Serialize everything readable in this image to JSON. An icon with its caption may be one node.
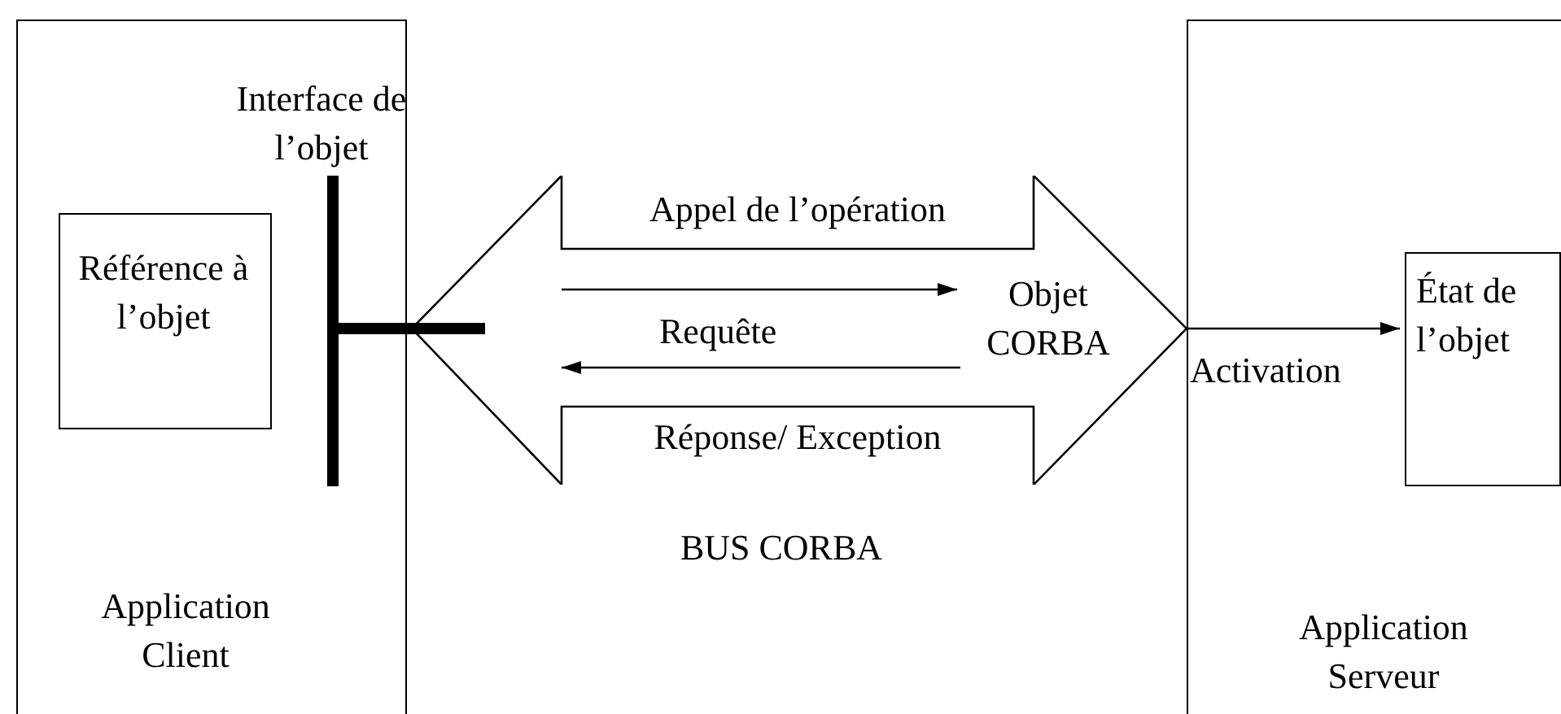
{
  "diagram": {
    "nodes": [
      {
        "text": [
          "Application Client"
        ]
      },
      {
        "text": [
          "Référence à l’objet"
        ],
        "in": 0
      },
      {
        "text": [],
        "shape": "bar",
        "in": 0,
        "beside": [
          "Interface de l’objet"
        ]
      },
      {
        "text": [
          "Appel de l’opération",
          "Réponse/ Exception"
        ],
        "beside": [
          "BUS CORBA"
        ]
      },
      {
        "text": [
          "Objet CORBA"
        ],
        "in": 3
      },
      {
        "text": [
          "Application Serveur"
        ]
      },
      {
        "text": [
          "État de l’objet"
        ],
        "in": 5
      }
    ],
    "edges": [
      {
        "from": 2,
        "to": 3,
        "arrow": "none",
        "style": "thick"
      },
      {
        "from": null,
        "to": 4,
        "arrow": "to"
      },
      {
        "from": 4,
        "to": null,
        "arrow": "to"
      },
      {
        "from": 3,
        "to": 6,
        "arrow": "to",
        "label": "Activation"
      }
    ],
    "labels": [
      "Requête"
    ]
  }
}
